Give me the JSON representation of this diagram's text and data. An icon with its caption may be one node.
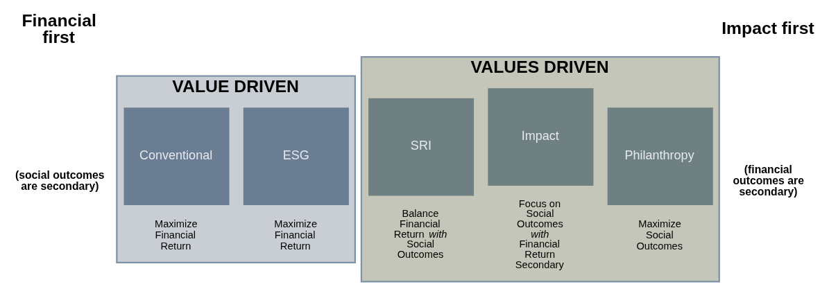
{
  "diagram": {
    "nodes": [
      {
        "text": [
          "VALUE DRIVEN"
        ]
      },
      {
        "text": [
          "VALUES DRIVEN"
        ]
      },
      {
        "text": [
          "Conventional"
        ],
        "in": 0,
        "beside": [
          "Maximize Financial Return"
        ]
      },
      {
        "text": [
          "ESG"
        ],
        "in": 0,
        "beside": [
          "Maximize Financial Return"
        ]
      },
      {
        "text": [
          "SRI"
        ],
        "in": 1,
        "beside": [
          "Balance Financial Return *with* Social Outcomes"
        ]
      },
      {
        "text": [
          "Impact"
        ],
        "in": 1,
        "beside": [
          "Focus on Social Outcomes *with* Financial Return Secondary"
        ]
      },
      {
        "text": [
          "Philanthropy"
        ],
        "in": 1,
        "beside": [
          "Maximize Social Outcomes"
        ]
      }
    ],
    "edges": [],
    "labels": [
      "Financial first",
      "(social outcomes are secondary)",
      "Impact first",
      "(financial outcomes are secondary)"
    ]
  }
}
